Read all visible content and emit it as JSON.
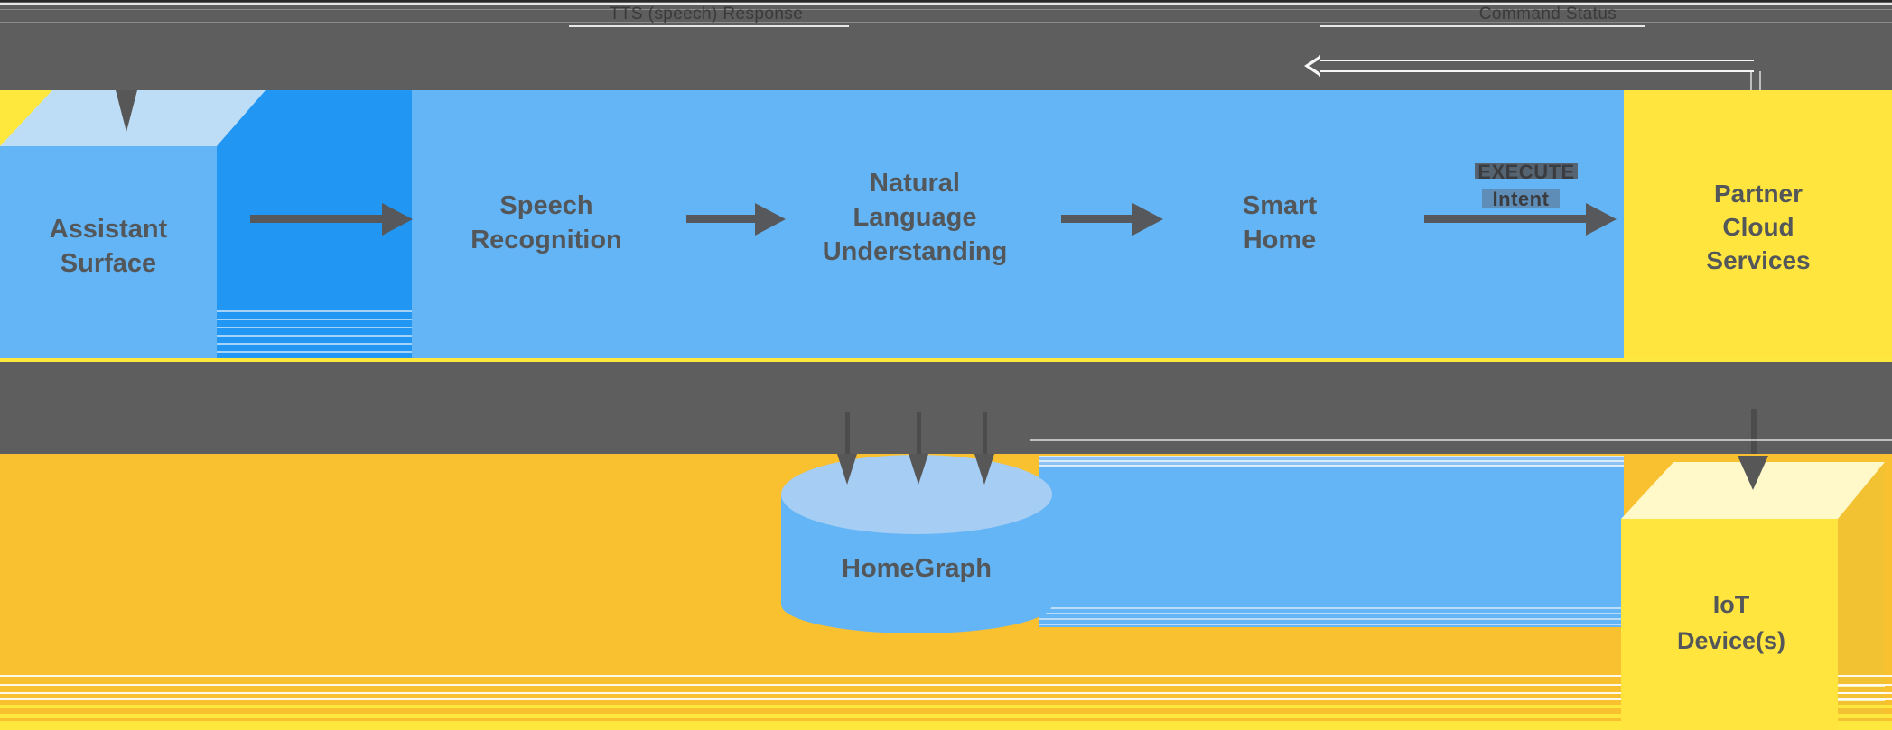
{
  "title": "Google Assistant smart home architecture diagram",
  "top_band": {
    "tts_response_label": "TTS (speech) Response",
    "command_status_label": "Command Status"
  },
  "nodes": {
    "assistant_surface": {
      "label": "Assistant\nSurface"
    },
    "speech_recognition": {
      "label": "Speech\nRecognition"
    },
    "natural_language_understanding": {
      "label": "Natural\nLanguage\nUnderstanding"
    },
    "smart_home": {
      "label": "Smart\nHome"
    },
    "partner_cloud_services": {
      "label": "Partner\nCloud\nServices"
    },
    "homegraph": {
      "label": "HomeGraph"
    },
    "iot_devices": {
      "label": "IoT\nDevice(s)"
    }
  },
  "edge_labels": {
    "execute_word": "EXECUTE",
    "intent_word": "Intent"
  },
  "colors": {
    "band_gray": "#5E5E5E",
    "assistant_blue": "#64B5F6",
    "deep_blue": "#2196F3",
    "pale_blue_face": "#BDDDF6",
    "cylinder_top_blue": "#A6CDF3",
    "bright_yellow": "#FFE53E",
    "amber_ground": "#F9C02F",
    "pale_yellow_face": "#FFF8C9",
    "cube_side_amber": "#F3C233",
    "label_gray": "#54575A",
    "band_text_gray": "#3A3A3A"
  }
}
